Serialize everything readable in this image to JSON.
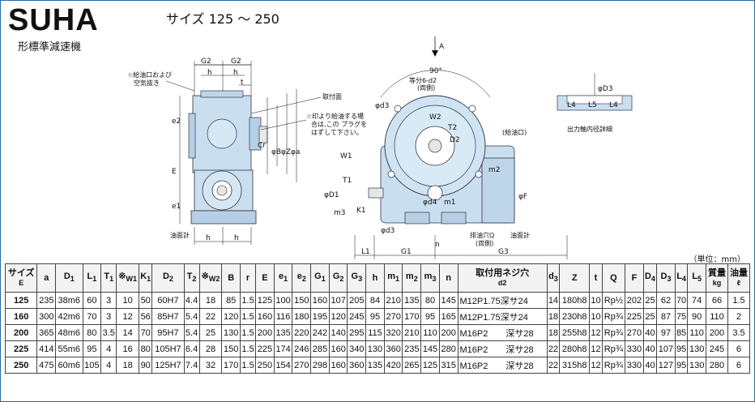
{
  "header": {
    "title": "SUHA",
    "subtitle": "形標準減速機",
    "size_range": "サイズ 125 ～ 250"
  },
  "drawing": {
    "side_view": {
      "dims_top": [
        "G2",
        "G2",
        "h",
        "h",
        "t"
      ],
      "dims_left": [
        "e2",
        "E",
        "e1"
      ],
      "dims_right": [
        "Cr",
        "φB",
        "φZ",
        "φa"
      ],
      "dims_bottom": [
        "h",
        "h"
      ],
      "note_oil_inlet": "☆給油口および",
      "note_oil_inlet2": "空気抜き",
      "note_mount": "取付面",
      "note_star1": "☆印より給油する場",
      "note_star2": "合は,この プラグを",
      "note_star3": "はずして下さい。",
      "note_oil_gauge": "油面計"
    },
    "front_view": {
      "arrow_label": "A",
      "angle": "90°",
      "note_holes": "等分6-d2",
      "note_holes2": "(両側)",
      "note_oil_inlet": "(給油口)",
      "note_drain": "排油穴Q",
      "note_drain2": "(両側)",
      "note_oil_gauge": "油面計",
      "dims": [
        "φd3",
        "W2",
        "T2",
        "D2",
        "W1",
        "T1",
        "φD1",
        "m3",
        "K1",
        "φd3",
        "φd4",
        "m1",
        "n",
        "m2",
        "φF"
      ],
      "dims_bottom": [
        "L1",
        "G1",
        "G3"
      ]
    },
    "detail": {
      "dims": [
        "φD3",
        "L4",
        "L5",
        "L4"
      ],
      "caption": "出力軸内径詳細"
    }
  },
  "table": {
    "unit": "（単位：mm）",
    "headers": [
      {
        "main": "サイズ",
        "sub": "E"
      },
      {
        "main": "a",
        "sub": ""
      },
      {
        "main": "D",
        "sub": "1"
      },
      {
        "main": "L",
        "sub": "1"
      },
      {
        "main": "T",
        "sub": "1"
      },
      {
        "main": "※",
        "sub": "W1"
      },
      {
        "main": "K",
        "sub": "1"
      },
      {
        "main": "D",
        "sub": "2"
      },
      {
        "main": "T",
        "sub": "2"
      },
      {
        "main": "※",
        "sub": "W2"
      },
      {
        "main": "B",
        "sub": ""
      },
      {
        "main": "r",
        "sub": ""
      },
      {
        "main": "E",
        "sub": ""
      },
      {
        "main": "e",
        "sub": "1"
      },
      {
        "main": "e",
        "sub": "2"
      },
      {
        "main": "G",
        "sub": "1"
      },
      {
        "main": "G",
        "sub": "2"
      },
      {
        "main": "G",
        "sub": "3"
      },
      {
        "main": "h",
        "sub": ""
      },
      {
        "main": "m",
        "sub": "1"
      },
      {
        "main": "m",
        "sub": "2"
      },
      {
        "main": "m",
        "sub": "3"
      },
      {
        "main": "n",
        "sub": ""
      },
      {
        "main": "取付用ネジ穴",
        "sub": "d2"
      },
      {
        "main": "d",
        "sub": "3"
      },
      {
        "main": "Z",
        "sub": ""
      },
      {
        "main": "t",
        "sub": ""
      },
      {
        "main": "Q",
        "sub": ""
      },
      {
        "main": "F",
        "sub": ""
      },
      {
        "main": "D",
        "sub": "4"
      },
      {
        "main": "D",
        "sub": "3"
      },
      {
        "main": "L",
        "sub": "4"
      },
      {
        "main": "L",
        "sub": "5"
      },
      {
        "main": "質量",
        "sub": "kg"
      },
      {
        "main": "油量",
        "sub": "ℓ"
      }
    ],
    "rows": [
      [
        "125",
        "235",
        "38m6",
        "60",
        "3",
        "10",
        "50",
        "60H7",
        "4.4",
        "18",
        "85",
        "1.5",
        "125",
        "100",
        "150",
        "160",
        "107",
        "205",
        "84",
        "210",
        "135",
        "80",
        "145",
        "M12P1.75深サ24",
        "14",
        "180h8",
        "10",
        "Rp½",
        "202",
        "25",
        "62",
        "70",
        "74",
        "66",
        "1.5"
      ],
      [
        "160",
        "300",
        "42m6",
        "70",
        "3",
        "12",
        "56",
        "85H7",
        "5.4",
        "22",
        "120",
        "1.5",
        "160",
        "116",
        "180",
        "195",
        "120",
        "245",
        "95",
        "270",
        "170",
        "95",
        "165",
        "M12P1.75深サ24",
        "18",
        "230h8",
        "10",
        "Rp¾",
        "225",
        "25",
        "87",
        "75",
        "90",
        "110",
        "2"
      ],
      [
        "200",
        "365",
        "48m6",
        "80",
        "3.5",
        "14",
        "70",
        "95H7",
        "5.4",
        "25",
        "130",
        "1.5",
        "200",
        "135",
        "220",
        "242",
        "140",
        "295",
        "115",
        "320",
        "210",
        "110",
        "200",
        "M16P2　　深サ28",
        "18",
        "255h8",
        "12",
        "Rp¾",
        "270",
        "40",
        "97",
        "85",
        "110",
        "200",
        "3.5"
      ],
      [
        "225",
        "414",
        "55m6",
        "95",
        "4",
        "16",
        "80",
        "105H7",
        "6.4",
        "28",
        "150",
        "1.5",
        "225",
        "174",
        "246",
        "285",
        "160",
        "340",
        "130",
        "360",
        "235",
        "145",
        "280",
        "M16P2　　深サ28",
        "22",
        "280h8",
        "12",
        "Rp¾",
        "330",
        "40",
        "107",
        "95",
        "130",
        "245",
        "6"
      ],
      [
        "250",
        "475",
        "60m6",
        "105",
        "4",
        "18",
        "90",
        "125H7",
        "7.4",
        "32",
        "170",
        "1.5",
        "250",
        "154",
        "270",
        "298",
        "160",
        "360",
        "135",
        "420",
        "265",
        "125",
        "315",
        "M16P2　　深サ28",
        "22",
        "315h8",
        "12",
        "Rp¾",
        "330",
        "40",
        "127",
        "95",
        "130",
        "280",
        "6"
      ]
    ]
  }
}
